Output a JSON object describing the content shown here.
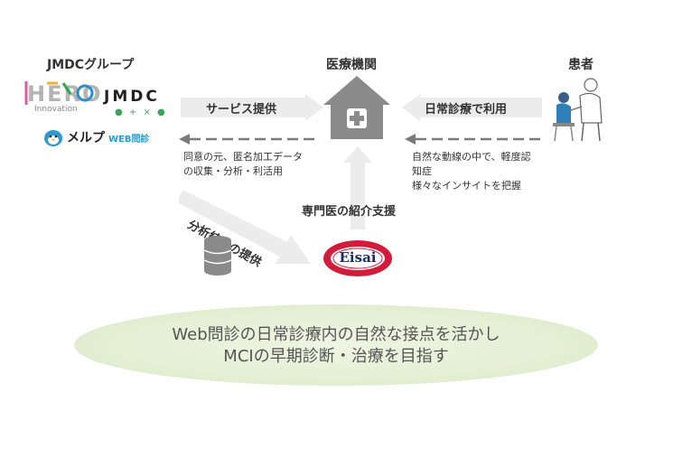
{
  "headers": {
    "group": "JMDCグループ",
    "institution": "医療機関",
    "patient": "患者"
  },
  "logos": {
    "hero": "HERO",
    "hero_sub": "Innovation",
    "jmdc": "JMDC",
    "jmdc_marks": "● + × ●",
    "meru": "メルプ",
    "meru_web": "WEB問診",
    "eisai": "Eisai"
  },
  "arrows": {
    "service": "サービス提供",
    "daily_use": "日常診療で利用",
    "consent_line1": "同意の元、匿名加工データ",
    "consent_line2": "の収集・分析・利活用",
    "natural_line1": "自然な動線の中で、軽度認",
    "natural_line2": "知症",
    "natural_line3": "様々なインサイトを把握",
    "analysis": "分析結果の提供",
    "referral": "専門医の紹介支援"
  },
  "goal": {
    "line1": "Web問診の日常診療内の自然な接点を活かし",
    "line2": "MCIの早期診断・治療を目指す"
  },
  "colors": {
    "arrow": "#ececec",
    "dash": "#7a7a7a",
    "house": "#8a8a8a",
    "eisai_red": "#d51b3a",
    "ellipse": "#e4efd4"
  }
}
